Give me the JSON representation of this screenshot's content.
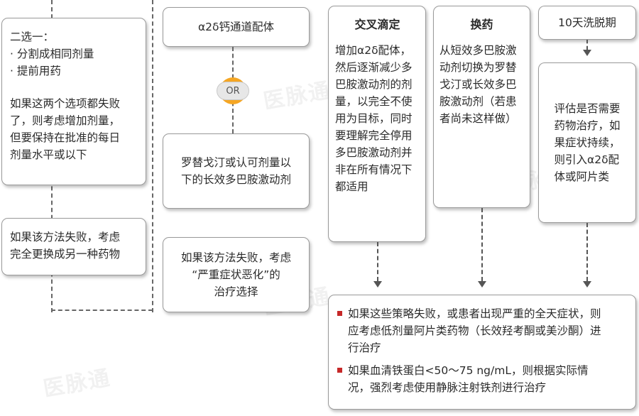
{
  "left_column": {
    "choice_box": {
      "heading": "二选一：",
      "options": [
        "· 分割成相同剂量",
        "· 提前用药"
      ],
      "note": "如果这两个选项都失败\n了，则考虑增加剂量，\n但要保持在批准的每日\n剂量水平或以下"
    },
    "switch_box": "如果该方法失败，考虑\n完全更换成另一种药物"
  },
  "middle_column": {
    "top_box": "α2δ钙通道配体",
    "or_label": "OR",
    "ropinirole_box": "罗替戈汀或认可剂量以\n下的长效多巴胺激动剂",
    "fail_box": "如果该方法失败，考虑\n“严重症状恶化”的\n治疗选择"
  },
  "cross_titration": {
    "title": "交叉滴定",
    "body": "增加α2δ配体，\n然后逐渐减少多\n巴胺激动剂的剂\n量，以完全不使\n用为目标，同时\n要理解完全停用\n多巴胺激动剂并\n非在所有情况下\n都适用"
  },
  "switch_drug": {
    "title": "换药",
    "body": "从短效多巴胺激\n动剂切换为罗替\n戈汀或长效多巴\n胺激动剂（若患\n者尚未这样做）"
  },
  "washout": {
    "title": "10天洗脱期",
    "body": "评估是否需要\n药物治疗，如\n果症状持续，\n则引入α2δ配\n体或阿片类"
  },
  "bottom_box": {
    "items": [
      "如果这些策略失败，或患者出现严重的全天症状，则\n应考虑低剂量阿片类药物（长效羟考酮或美沙酮）进\n行治疗",
      "如果血清铁蛋白<50～75 ng/mL，则根据实际情\n况，强烈考虑使用静脉注射铁剂进行治疗"
    ]
  },
  "colors": {
    "border": "#9a9a9a",
    "or_badge": "#f5a623",
    "bullet": "#c62828"
  }
}
